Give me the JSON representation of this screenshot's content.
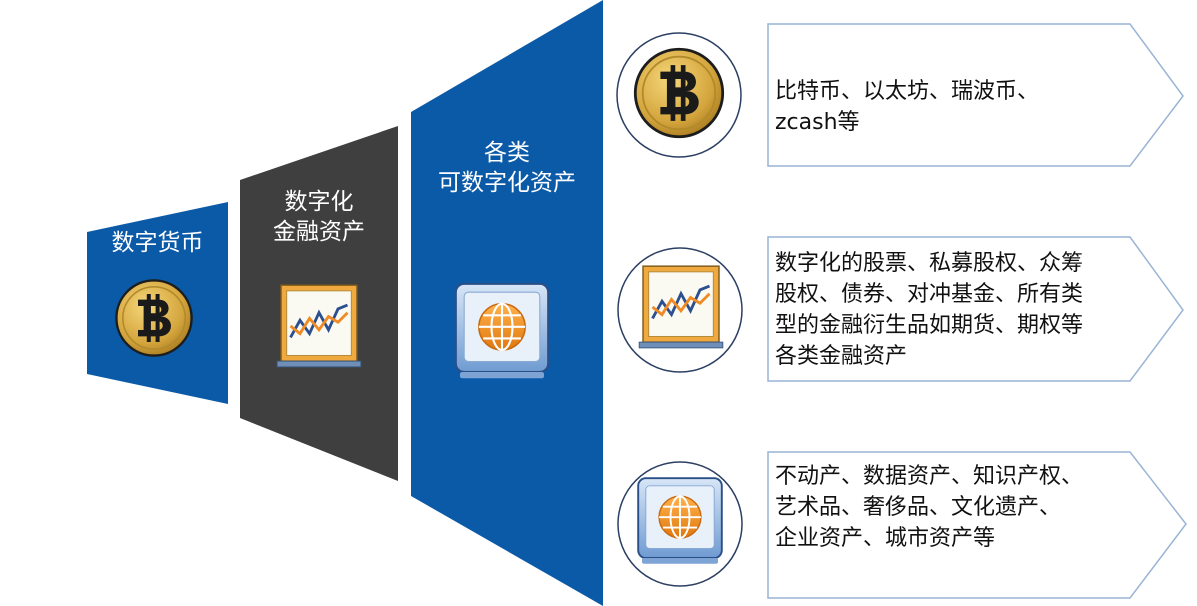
{
  "colors": {
    "blue": "#0b5aa8",
    "dark_gray": "#3f3f3f",
    "arrow_border": "#9ab4d6",
    "coin_gold": "#d3a43c",
    "chart_orange": "#f08a24",
    "chart_blue": "#2c4f8f"
  },
  "funnel": {
    "stage1": {
      "lines": [
        "数字货币"
      ],
      "icon": "bitcoin-icon"
    },
    "stage2": {
      "lines": [
        "数字化",
        "金融资产"
      ],
      "icon": "line-chart-board-icon"
    },
    "stage3": {
      "lines": [
        "各类",
        "可数字化资产"
      ],
      "icon": "globe-tile-icon"
    }
  },
  "items": [
    {
      "icon": "bitcoin-icon",
      "lines": [
        "比特币、以太坊、瑞波币、",
        "zcash等"
      ]
    },
    {
      "icon": "line-chart-board-icon",
      "lines": [
        "数字化的股票、私募股权、众筹",
        "股权、债券、对冲基金、所有类",
        "型的金融衍生品如期货、期权等",
        "各类金融资产"
      ]
    },
    {
      "icon": "globe-tile-icon",
      "lines": [
        "不动产、数据资产、知识产权、",
        "艺术品、奢侈品、文化遗产、",
        "企业资产、城市资产等"
      ]
    }
  ]
}
